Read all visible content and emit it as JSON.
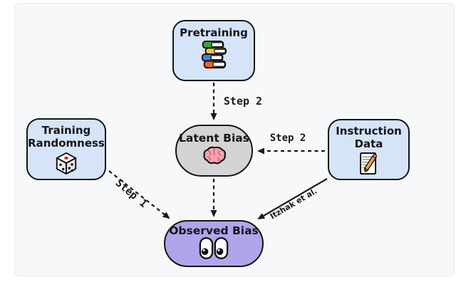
{
  "figure": {
    "outer_bg": "#ffffff",
    "panel_bg": "#f7f8f9",
    "node_border_color": "#141414",
    "arrow_color": "#1a1a1a"
  },
  "nodes": {
    "pretraining": {
      "label": "Pretraining",
      "icon": "books-icon",
      "fill": "#d6e4f8"
    },
    "training_randomness": {
      "label": "Training Randomness",
      "icon": "dice-icon",
      "fill": "#d6e4f8"
    },
    "latent_bias": {
      "label": "Latent Bias",
      "icon": "brain-icon",
      "fill": "#d4d4d4"
    },
    "instruction_data": {
      "label": "Instruction Data",
      "icon": "memo-icon",
      "fill": "#d6e4f8"
    },
    "observed_bias": {
      "label": "Observed Bias",
      "icon": "eyes-icon",
      "fill": "#b1a4ea"
    }
  },
  "edges": {
    "pretraining_to_latent": {
      "label": "Step 2",
      "style": "dashed"
    },
    "instruction_to_latent": {
      "label": "Step 2",
      "style": "dashed"
    },
    "randomness_to_observed": {
      "label": "Step 1",
      "style": "dashed"
    },
    "latent_to_observed": {
      "label": "",
      "style": "dashed"
    },
    "instruction_to_observed": {
      "label": "Itzhak et al.",
      "style": "solid"
    }
  }
}
